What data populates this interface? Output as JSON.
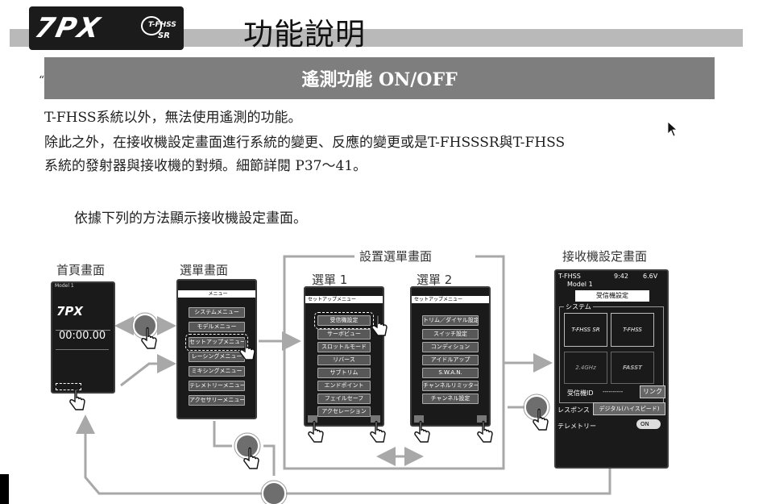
{
  "header": {
    "logo_text": "7PX",
    "logo_sub1": "T-FHSS",
    "logo_sub2": "SR",
    "page_title": "功能說明"
  },
  "section": {
    "title": "遙測功能 ON/OFF",
    "quote_mark": "“"
  },
  "body": {
    "line1": "T-FHSS系統以外，無法使用遙測的功能。",
    "line2": "除此之外，在接收機設定畫面進行系統的變更、反應的變更或是T-FHSSSR與T-FHSS",
    "line3": "系統的發射器與接收機的對頻。細節詳閱 P37～41。",
    "line4": "依據下列的方法顯示接收機設定畫面。"
  },
  "diagram": {
    "home_label": "首頁畫面",
    "menu_label": "選單畫面",
    "setup_group_label": "設置選單畫面",
    "setup1_label": "選單 1",
    "setup2_label": "選單 2",
    "receiver_label": "接收機設定畫面",
    "home_screen": {
      "model": "Model 1",
      "timer": "00:00.00",
      "brand": "7PX"
    },
    "menu_screen": {
      "title": "メニュー",
      "items": [
        "システムメニュー",
        "モデルメニュー",
        "セットアップメニュー",
        "レーシングメニュー",
        "ミキシングメニュー",
        "テレメトリーメニュー",
        "アクセサリーメニュー"
      ]
    },
    "setup1_screen": {
      "title": "セットアップメニュー",
      "items": [
        "受信機設定",
        "サーボビュー",
        "スロットルモード",
        "リバース",
        "サブトリム",
        "エンドポイント",
        "フェイルセーフ",
        "アクセレーション"
      ]
    },
    "setup2_screen": {
      "title": "セットアップメニュー",
      "items": [
        "トリム／ダイヤル設定",
        "スイッチ設定",
        "コンディション",
        "アイドルアップ",
        "S.W.A.N.",
        "チャンネルリミッター",
        "チャンネル設定"
      ]
    },
    "receiver_screen": {
      "brand": "T-FHSS",
      "time": "9:42",
      "voltage": "6.6V",
      "model": "Model 1",
      "title": "受信機設定",
      "system_label": "システム",
      "tile1": "T-FHSS SR",
      "tile2": "T-FHSS",
      "tile3": "2.4GHz",
      "tile4": "FASST",
      "receiver_id_label": "受信機ID",
      "receiver_id_value": "----------",
      "link_button": "リンク",
      "response_label": "レスポンス",
      "response_value": "デジタル(ハイスピード)",
      "telemetry_label": "テレメトリー",
      "telemetry_value": "ON"
    }
  }
}
